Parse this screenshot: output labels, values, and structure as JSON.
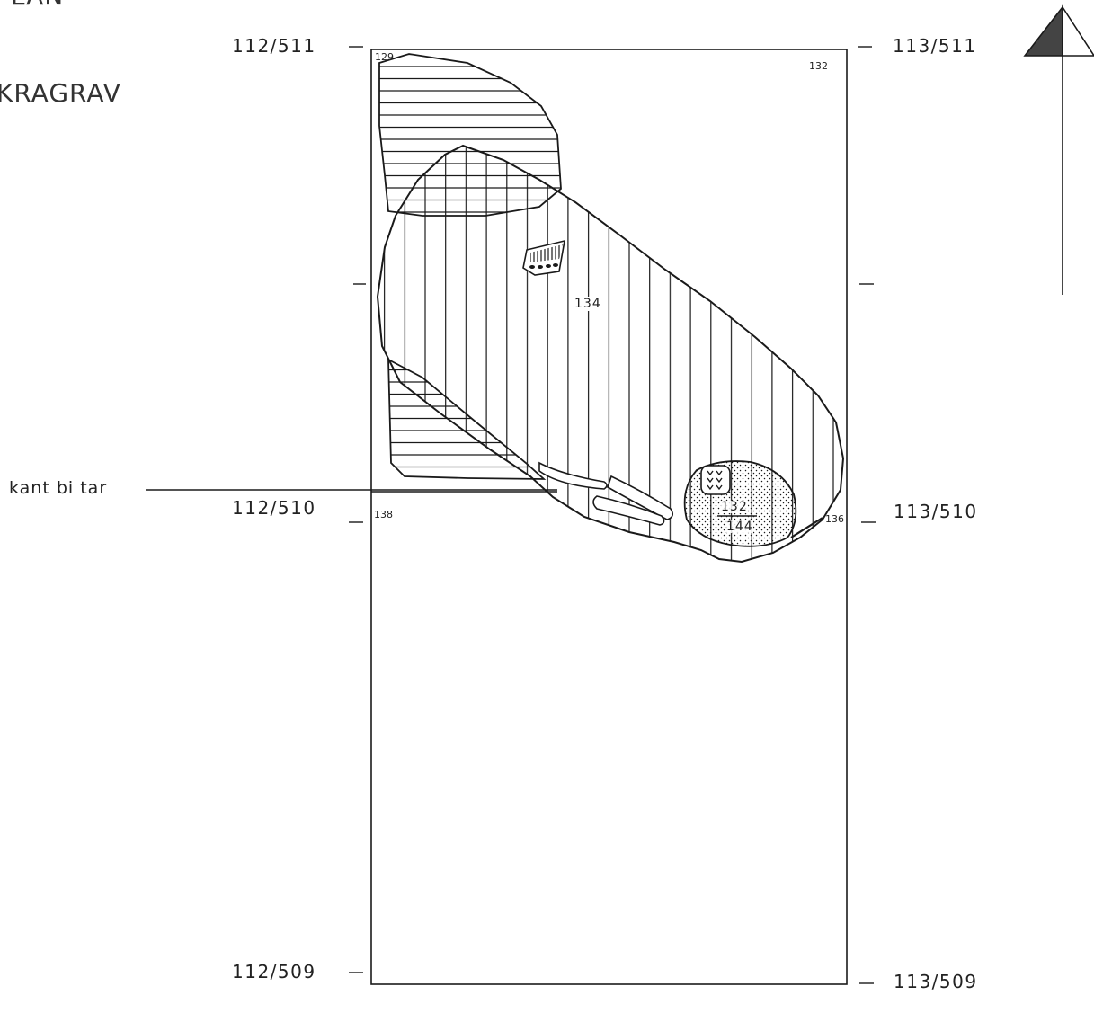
{
  "header": {
    "title_fragment": "PLAN",
    "subtitle": "KRAGRAV"
  },
  "grid_labels": {
    "top_left": "112/511",
    "top_right": "113/511",
    "middle_left": "112/510",
    "middle_right": "113/510",
    "bottom_left": "112/509",
    "bottom_right": "113/509"
  },
  "corner_numbers": {
    "top_left": "129",
    "top_right": "132",
    "middle_left": "138",
    "middle_right": "136"
  },
  "features": {
    "main_fill_label": "134",
    "pit_label_top": "132",
    "pit_label_bottom": "144"
  },
  "annotation": {
    "kantbitar": "kant bi tar"
  },
  "colors": {
    "ink": "#1a1a1a",
    "north_arrow_fill": "#444444"
  }
}
